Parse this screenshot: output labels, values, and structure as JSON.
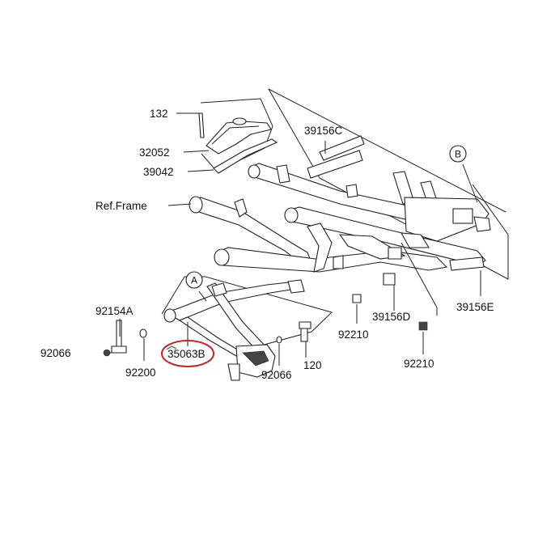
{
  "parts": {
    "p132": "132",
    "p32052": "32052",
    "p39042": "39042",
    "ref_frame": "Ref.Frame",
    "p39156C": "39156C",
    "p92154A": "92154A",
    "p92066_left": "92066",
    "p92200": "92200",
    "p35063B": "35063B",
    "p92066_mid": "92066",
    "p120": "120",
    "p92210_mid": "92210",
    "p39156D": "39156D",
    "p92210_right": "92210",
    "p39156E": "39156E"
  },
  "callouts": {
    "a": "A",
    "b": "B"
  },
  "colors": {
    "line": "#222222",
    "highlight_circle": "#cc2222",
    "highlight_mark": "#3a9a5a"
  }
}
